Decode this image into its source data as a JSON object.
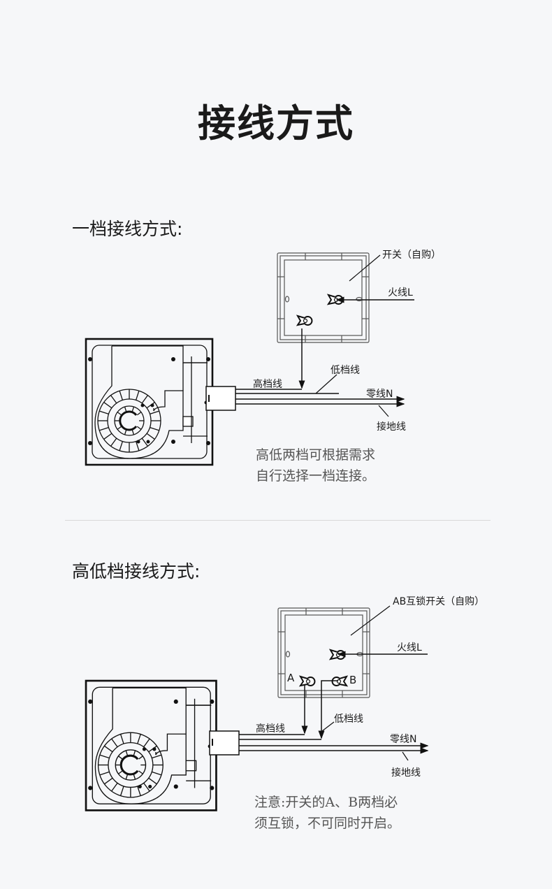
{
  "title": "接线方式",
  "section1": {
    "heading": "一档接线方式:",
    "switch_label": "开关（自购）",
    "live_label": "火线L",
    "low_label": "低档线",
    "high_label": "高档线",
    "neutral_label": "零线N",
    "ground_label": "接地线",
    "note_line1": "高低两档可根据需求",
    "note_line2": "自行选择一档连接。"
  },
  "section2": {
    "heading": "高低档接线方式:",
    "switch_label": "AB互锁开关（自购）",
    "live_label": "火线L",
    "terminal_a": "A",
    "terminal_b": "B",
    "low_label": "低档线",
    "high_label": "高档线",
    "neutral_label": "零线N",
    "ground_label": "接地线",
    "note_line1": "注意:开关的A、B两档必",
    "note_line2": "须互锁，不可同时开启。"
  }
}
